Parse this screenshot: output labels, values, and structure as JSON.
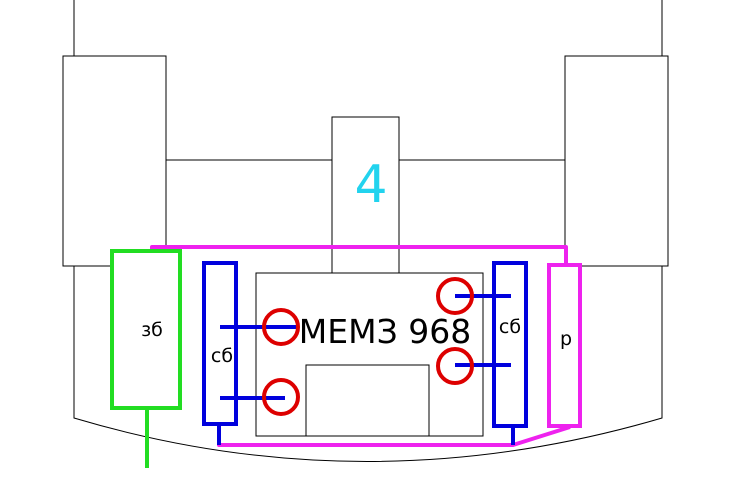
{
  "diagram": {
    "engine_label": "МЕМЗ 968",
    "cylinder_number": "4",
    "left_battery_label": "зб",
    "left_coil_label": "сб",
    "right_coil_label": "сб",
    "regulator_label": "р",
    "colors": {
      "outline": "#000000",
      "number": "#22d3ee",
      "battery": "#22dd22",
      "coil": "#0000dd",
      "terminal": "#dd0000",
      "wire": "#ee22ee"
    }
  }
}
